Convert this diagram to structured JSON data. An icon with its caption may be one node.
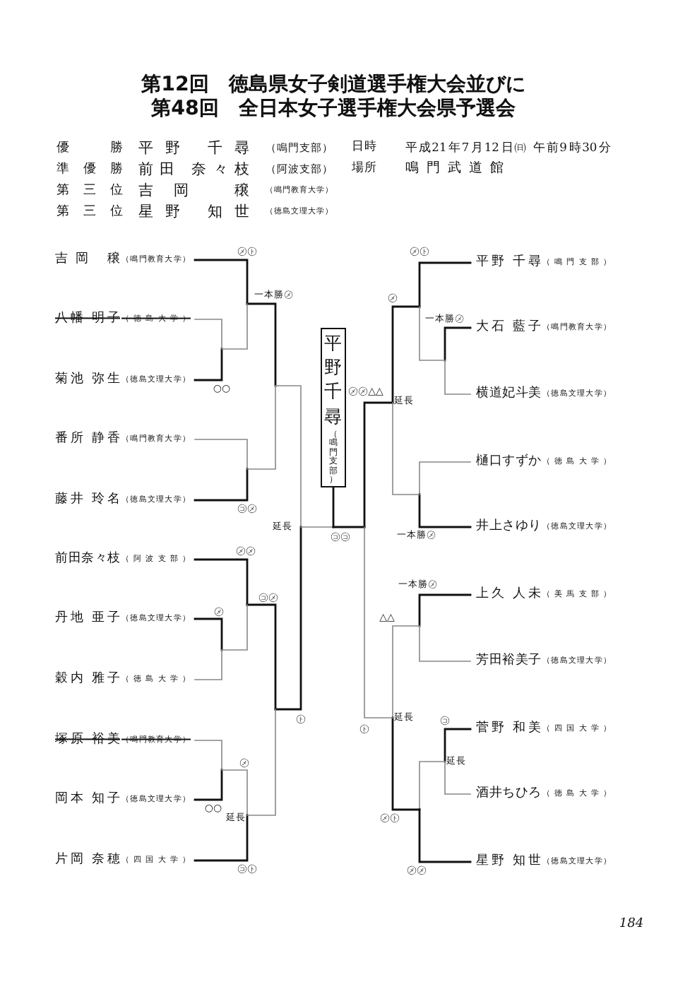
{
  "diagram": {
    "title": "第12回　徳島県女子剣道選手権大会並びに第48回　全日本女子選手権大会県予選会",
    "nodes": [
      {
        "text": [
          "平野千尋",
          "（鳴門支部）"
        ]
      }
    ],
    "labels": [
      "優勝",
      "平野 千尋",
      "（鳴門支部）",
      "日時",
      "平成21年7月12日㈰ 午前9時30分",
      "準優勝",
      "前田 奈々枝",
      "（阿波支部）",
      "場所",
      "鳴門武道館",
      "第三位",
      "吉岡 穣",
      "（鳴門教育大学）",
      "第三位",
      "星野 知世",
      "（徳島文理大学）",
      "㋱㋣",
      "㋱㋣",
      "吉岡 穣",
      "（鳴門教育大学）",
      "平野 千尋",
      "（鳴門支部）",
      "一本勝㋱",
      "㋱",
      "八幡 明子",
      "（徳島大学）",
      "一本勝㋱",
      "大石 藍子",
      "（鳴門教育大学）",
      "菊池 弥生",
      "（徳島文理大学）",
      "○○",
      "㋱㋱△△",
      "横道妃斗美",
      "（徳島文理大学）",
      "延長",
      "番所 静香",
      "（鳴門教育大学）",
      "樋口すずか",
      "（徳島大学）",
      "藤井 玲名",
      "（徳島文理大学）",
      "㋙㋱",
      "延長",
      "㋙㋙",
      "一本勝㋱",
      "井上さゆり",
      "（徳島文理大学）",
      "㋱㋱",
      "前田奈々枝",
      "（阿波支部）",
      "一本勝㋱",
      "上久 人未",
      "（美馬支部）",
      "㋙㋱",
      "㋱",
      "丹地 亜子",
      "（徳島文理大学）",
      "△△",
      "芳田裕美子",
      "（徳島文理大学）",
      "穀内 雅子",
      "（徳島大学）",
      "㋣",
      "延長",
      "㋙",
      "㋣",
      "菅野 和美",
      "（四国大学）",
      "塚原 裕美",
      "（鳴門教育大学）",
      "㋱",
      "延長",
      "酒井ちひろ",
      "（徳島大学）",
      "岡本 知子",
      "（徳島文理大学）",
      "○○",
      "延長",
      "㋱㋣",
      "片岡 奈穂",
      "（四国大学）",
      "星野 知世",
      "（徳島文理大学）",
      "㋙㋣",
      "㋱㋱",
      "184"
    ]
  }
}
